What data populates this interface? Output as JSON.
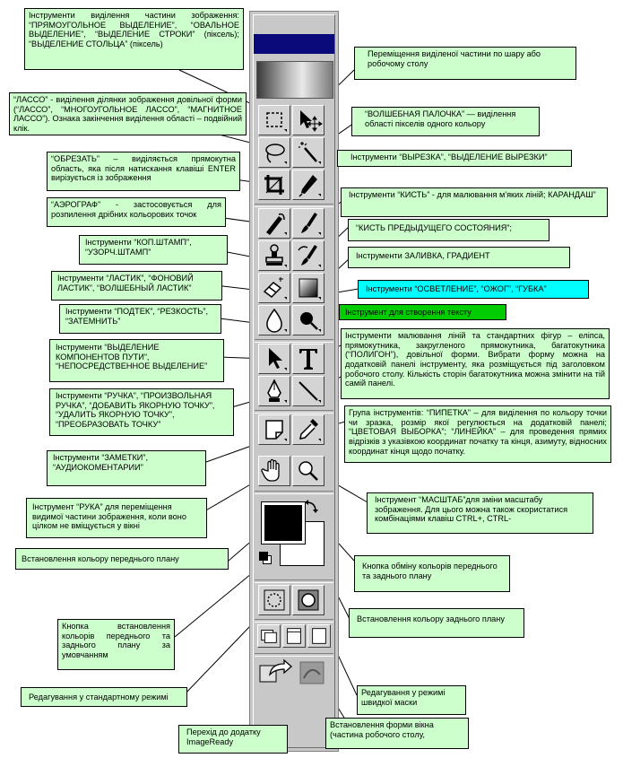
{
  "callouts": {
    "select_shapes": "Інструменти виділення частини зображення: “ПРЯМОУГОЛЬНОЕ ВЫДЕЛЕНИЕ”, “ОВАЛЬНОЕ ВЫДЕЛЕНИЕ”, “ВЫДЕЛЕНИЕ СТРОКИ” (піксель); “ВЫДЕЛЕНИЕ СТОЛЬЦА” (піксель)",
    "move": "Переміщення виділеної частини по шару або робочому столу",
    "lasso": "“ЛАССО” - виділення ділянки зображення довільної форми (“ЛАССО”, “МНОГОУГОЛЬНОЕ ЛАССО”, “МАГНИТНОЕ ЛАССО”). Ознака закінчення виділення області – подвійний клік.",
    "magic_wand": "“ВОЛШЕБНАЯ ПАЛОЧКА” — виділення області пікселів одного кольору",
    "crop": "“ОБРЕЗАТЬ” – виділяється прямокутна область, яка після натискання клавіші ENTER вирізується із зображення",
    "slice": "Інструменти “ВЫРЕЗКА”, “ВЫДЕЛЕНИЕ ВЫРЕЗКИ”",
    "airbrush": "“АЭРОГРАФ” - застосовується для розпилення дрібних кольорових точок",
    "brush": "Інструменти “КИСТЬ” - для малювання м'яких ліній; КАРАНДАШ”",
    "history_brush": "“КИСТЬ ПРЕДЫДУЩЕГО СОСТОЯНИЯ”;",
    "stamp": "Інструменти “КОП.ШТАМП”, “УЗОРЧ.ШТАМП”",
    "fill": "Інструменти ЗАЛИВКА, ГРАДИЕНТ",
    "eraser": "Інструменти “ЛАСТИК”, “ФОНОВИЙ ЛАСТИК”, “ВОЛШЕБНЫЙ ЛАСТИК”",
    "dodge": "Інструменти “ОСВЕТЛЕНИЕ”, “ОЖОГ”, “ГУБКА”",
    "blur": "Інструменти “ПОДТЕК”, “РЕЗКОСТЬ”, “ЗАТЕМНИТЬ”",
    "text": "Інструмент для створення тексту",
    "path_select": "Інструменти “ВЫДЕЛЕНИЕ КОМПОНЕНТОВ ПУТИ”, “НЕПОСРЕДСТВЕННОЕ ВЫДЕЛЕНИЕ”",
    "shapes": "Інструменти малювання ліній та стандартних фігур – еліпса, прямокутника, закругленого прямокутника, багатокутника (“ПОЛИГОН”), довільної форми. Вибрати форму можна на додатковій панелі інструменту, яка розміщується під заголовком робочого столу. Кількість сторін багатокутника можна змінити на тій самій панелі.",
    "pen": "Інструменти “РУЧКА”, “ПРОИЗВОЛЬНАЯ РУЧКА”, “ДОБАВИТЬ ЯКОРНУЮ ТОЧКУ”, “УДАЛИТЬ ЯКОРНУЮ ТОЧКУ”, “ПРЕОБРАЗОВАТЬ ТОЧКУ”",
    "eyedropper": "Група інструментів: “ПИПЕТКА” – для виділення по кольору точки чи зразка, розмір якої регулюється на додатковій панелі; “ЦВЕТОВАЯ ВЫБОРКА”; “ЛИНЕЙКА” – для проведення прямих відрізків з указівкою координат початку та кінця, азимуту, відносних координат кінця щодо початку.",
    "notes": "Інструменти “ЗАМЕТКИ”, “АУДИОКОМЕНТАРИИ”",
    "hand": "Інструмент “РУКА” для переміщення видимої частини зображення, коли воно цілком не вміщується у вікні",
    "zoom": "Інструмент “МАСШТАБ”для зміни масштабу зображення. Для цього можна також скористатися комбінаціями клавіш CTRL+, CTRL-",
    "foreground": "Встановлення кольору переднього плану",
    "swap": "Кнопка обміну кольорів переднього та заднього плану",
    "background": "Встановлення кольору заднього плану",
    "default_colors": "Кнопка встановлення кольорів переднього та заднього плану за умовчанням",
    "standard_mode": "Редагування у стандартному режимі",
    "quick_mask": "Редагування у режимі швидкої маски",
    "screen_mode": "Встановлення форми вікна (частина робочого столу,",
    "imageready": "Перехід до додатку ImageReady"
  },
  "colors": {
    "callout_bg": "#ccffcc",
    "dodge_bg": "#00ffff",
    "text_bg": "#00cc00",
    "toolbox_bg": "#c8c8c8",
    "titlebar": "#0a0a7a"
  },
  "icons": [
    "marquee-icon",
    "move-icon",
    "lasso-icon",
    "magic-wand-icon",
    "crop-icon",
    "slice-icon",
    "airbrush-icon",
    "brush-icon",
    "stamp-icon",
    "history-brush-icon",
    "eraser-icon",
    "gradient-icon",
    "blur-icon",
    "dodge-icon",
    "path-select-icon",
    "text-icon",
    "pen-icon",
    "line-icon",
    "notes-icon",
    "eyedropper-icon",
    "hand-icon",
    "zoom-icon",
    "standard-mode-icon",
    "quick-mask-icon",
    "screen-mode-icon",
    "imageready-icon"
  ]
}
